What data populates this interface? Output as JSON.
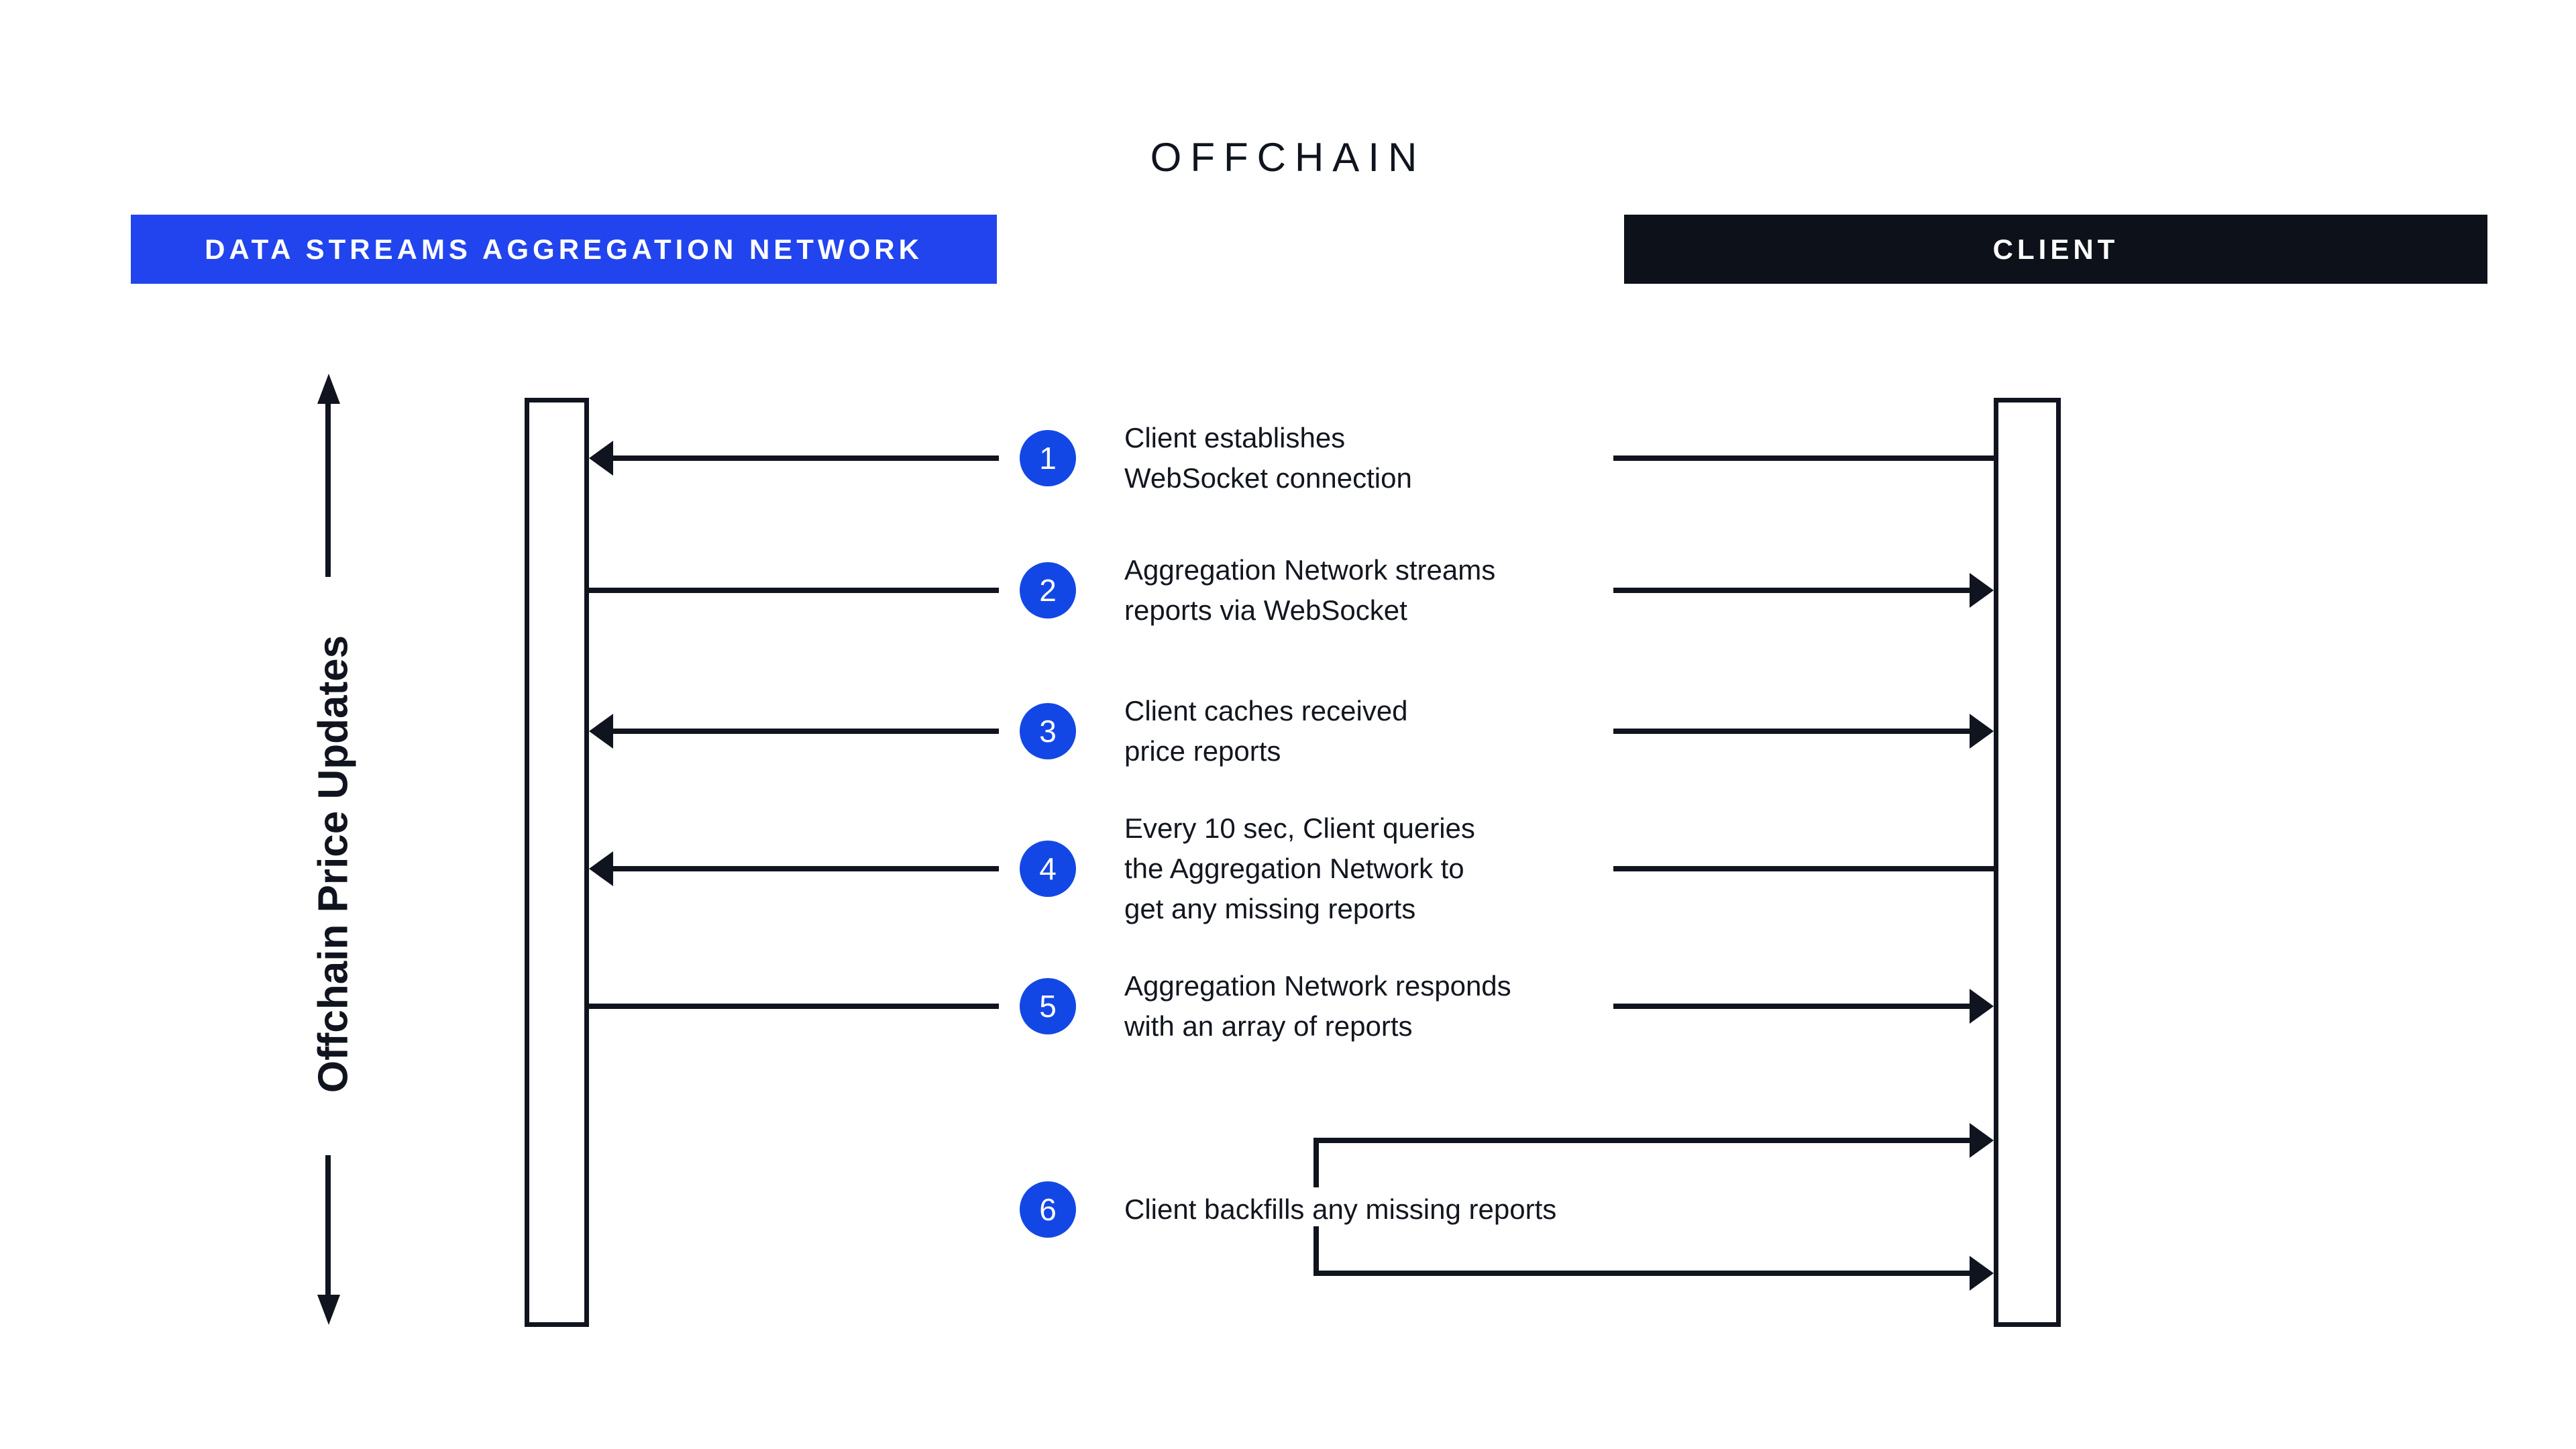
{
  "title": "OFFCHAIN",
  "actors": {
    "network": {
      "label": "DATA STREAMS AGGREGATION NETWORK",
      "color": "#2244EE"
    },
    "client": {
      "label": "CLIENT",
      "color": "#0D111A"
    }
  },
  "side_label": "Offchain Price Updates",
  "colors": {
    "background": "#FFFFFF",
    "ink": "#10141E",
    "step_badge": "#1347E5",
    "step_text": "#12161F",
    "banner_text": "#FFFFFF"
  },
  "steps": [
    {
      "num": "1",
      "lines": [
        "Client establishes",
        "WebSocket connection"
      ],
      "direction": "client-to-network"
    },
    {
      "num": "2",
      "lines": [
        "Aggregation Network streams",
        "reports via WebSocket"
      ],
      "direction": "network-to-client"
    },
    {
      "num": "3",
      "lines": [
        "Client caches received",
        "price reports"
      ],
      "direction": "both"
    },
    {
      "num": "4",
      "lines": [
        "Every 10 sec, Client queries",
        "the Aggregation Network to",
        "get any missing reports"
      ],
      "direction": "client-to-network"
    },
    {
      "num": "5",
      "lines": [
        "Aggregation Network responds",
        "with an array of reports"
      ],
      "direction": "network-to-client"
    },
    {
      "num": "6",
      "lines": [
        "Client backfills any missing reports"
      ],
      "direction": "client-self"
    }
  ]
}
